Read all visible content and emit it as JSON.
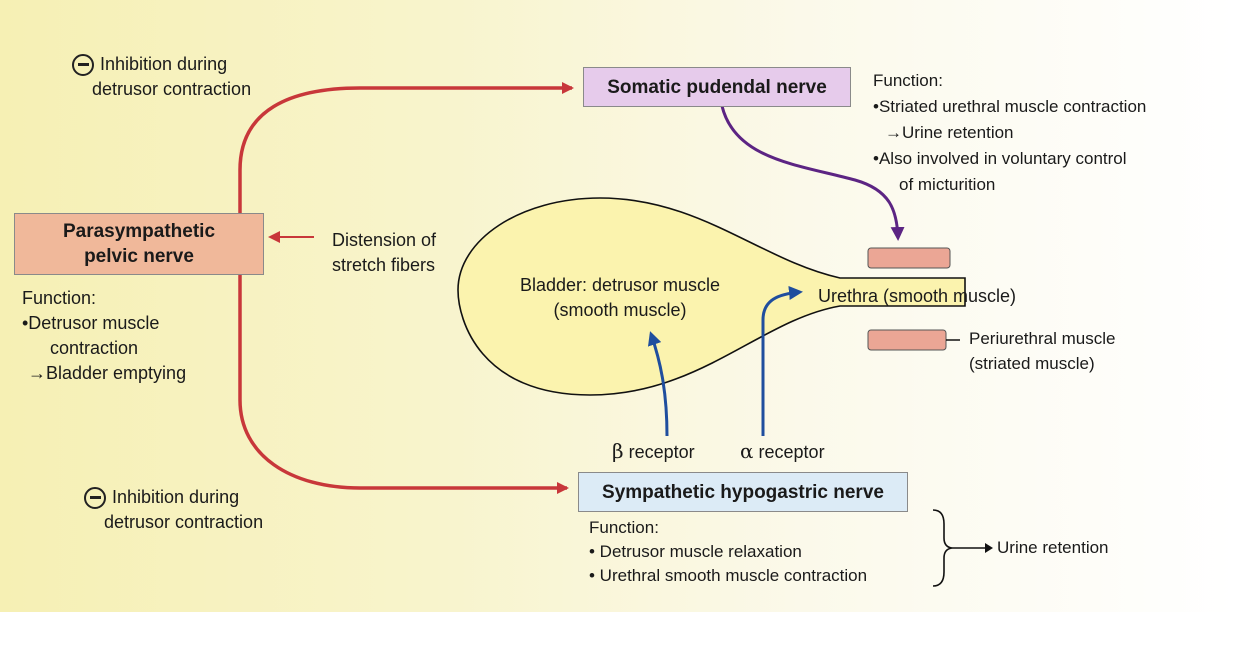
{
  "inhibition_top": {
    "line1": "Inhibition during",
    "line2": "detrusor contraction"
  },
  "inhibition_bottom": {
    "line1": "Inhibition during",
    "line2": "detrusor contraction"
  },
  "parasympathetic": {
    "title_line1": "Parasympathetic",
    "title_line2": "pelvic nerve",
    "function_label": "Function:",
    "f1_line1": "•Detrusor muscle",
    "f1_line2": "contraction",
    "f2": "→Bladder emptying"
  },
  "distension": {
    "line1": "Distension of",
    "line2": "stretch fibers"
  },
  "somatic": {
    "title": "Somatic pudendal nerve",
    "function_label": "Function:",
    "f1": "•Striated urethral muscle contraction",
    "f1_result": "→Urine retention",
    "f2_line1": "•Also involved in voluntary control",
    "f2_line2": "of micturition"
  },
  "bladder": {
    "line1": "Bladder: detrusor muscle",
    "line2": "(smooth muscle)"
  },
  "urethra": {
    "label": "Urethra (smooth muscle)"
  },
  "periurethral": {
    "line1": "Periurethral muscle",
    "line2": "(striated muscle)"
  },
  "receptors": {
    "beta_symbol": "β",
    "beta_text": "receptor",
    "alpha_symbol": "α",
    "alpha_text": "receptor"
  },
  "sympathetic": {
    "title": "Sympathetic hypogastric nerve",
    "function_label": "Function:",
    "f1": "• Detrusor muscle relaxation",
    "f2": "• Urethral smooth muscle contraction",
    "result": "Urine retention"
  },
  "colors": {
    "parasympathetic_box": "#f0b89a",
    "somatic_box": "#e6cbeb",
    "sympathetic_box": "#dcebf6",
    "bladder_fill": "#fbf3ae",
    "periurethral_fill": "#eba695",
    "red_arrow": "#c8373a",
    "purple_arrow": "#5c2483",
    "blue_arrow": "#1f4e9e"
  }
}
